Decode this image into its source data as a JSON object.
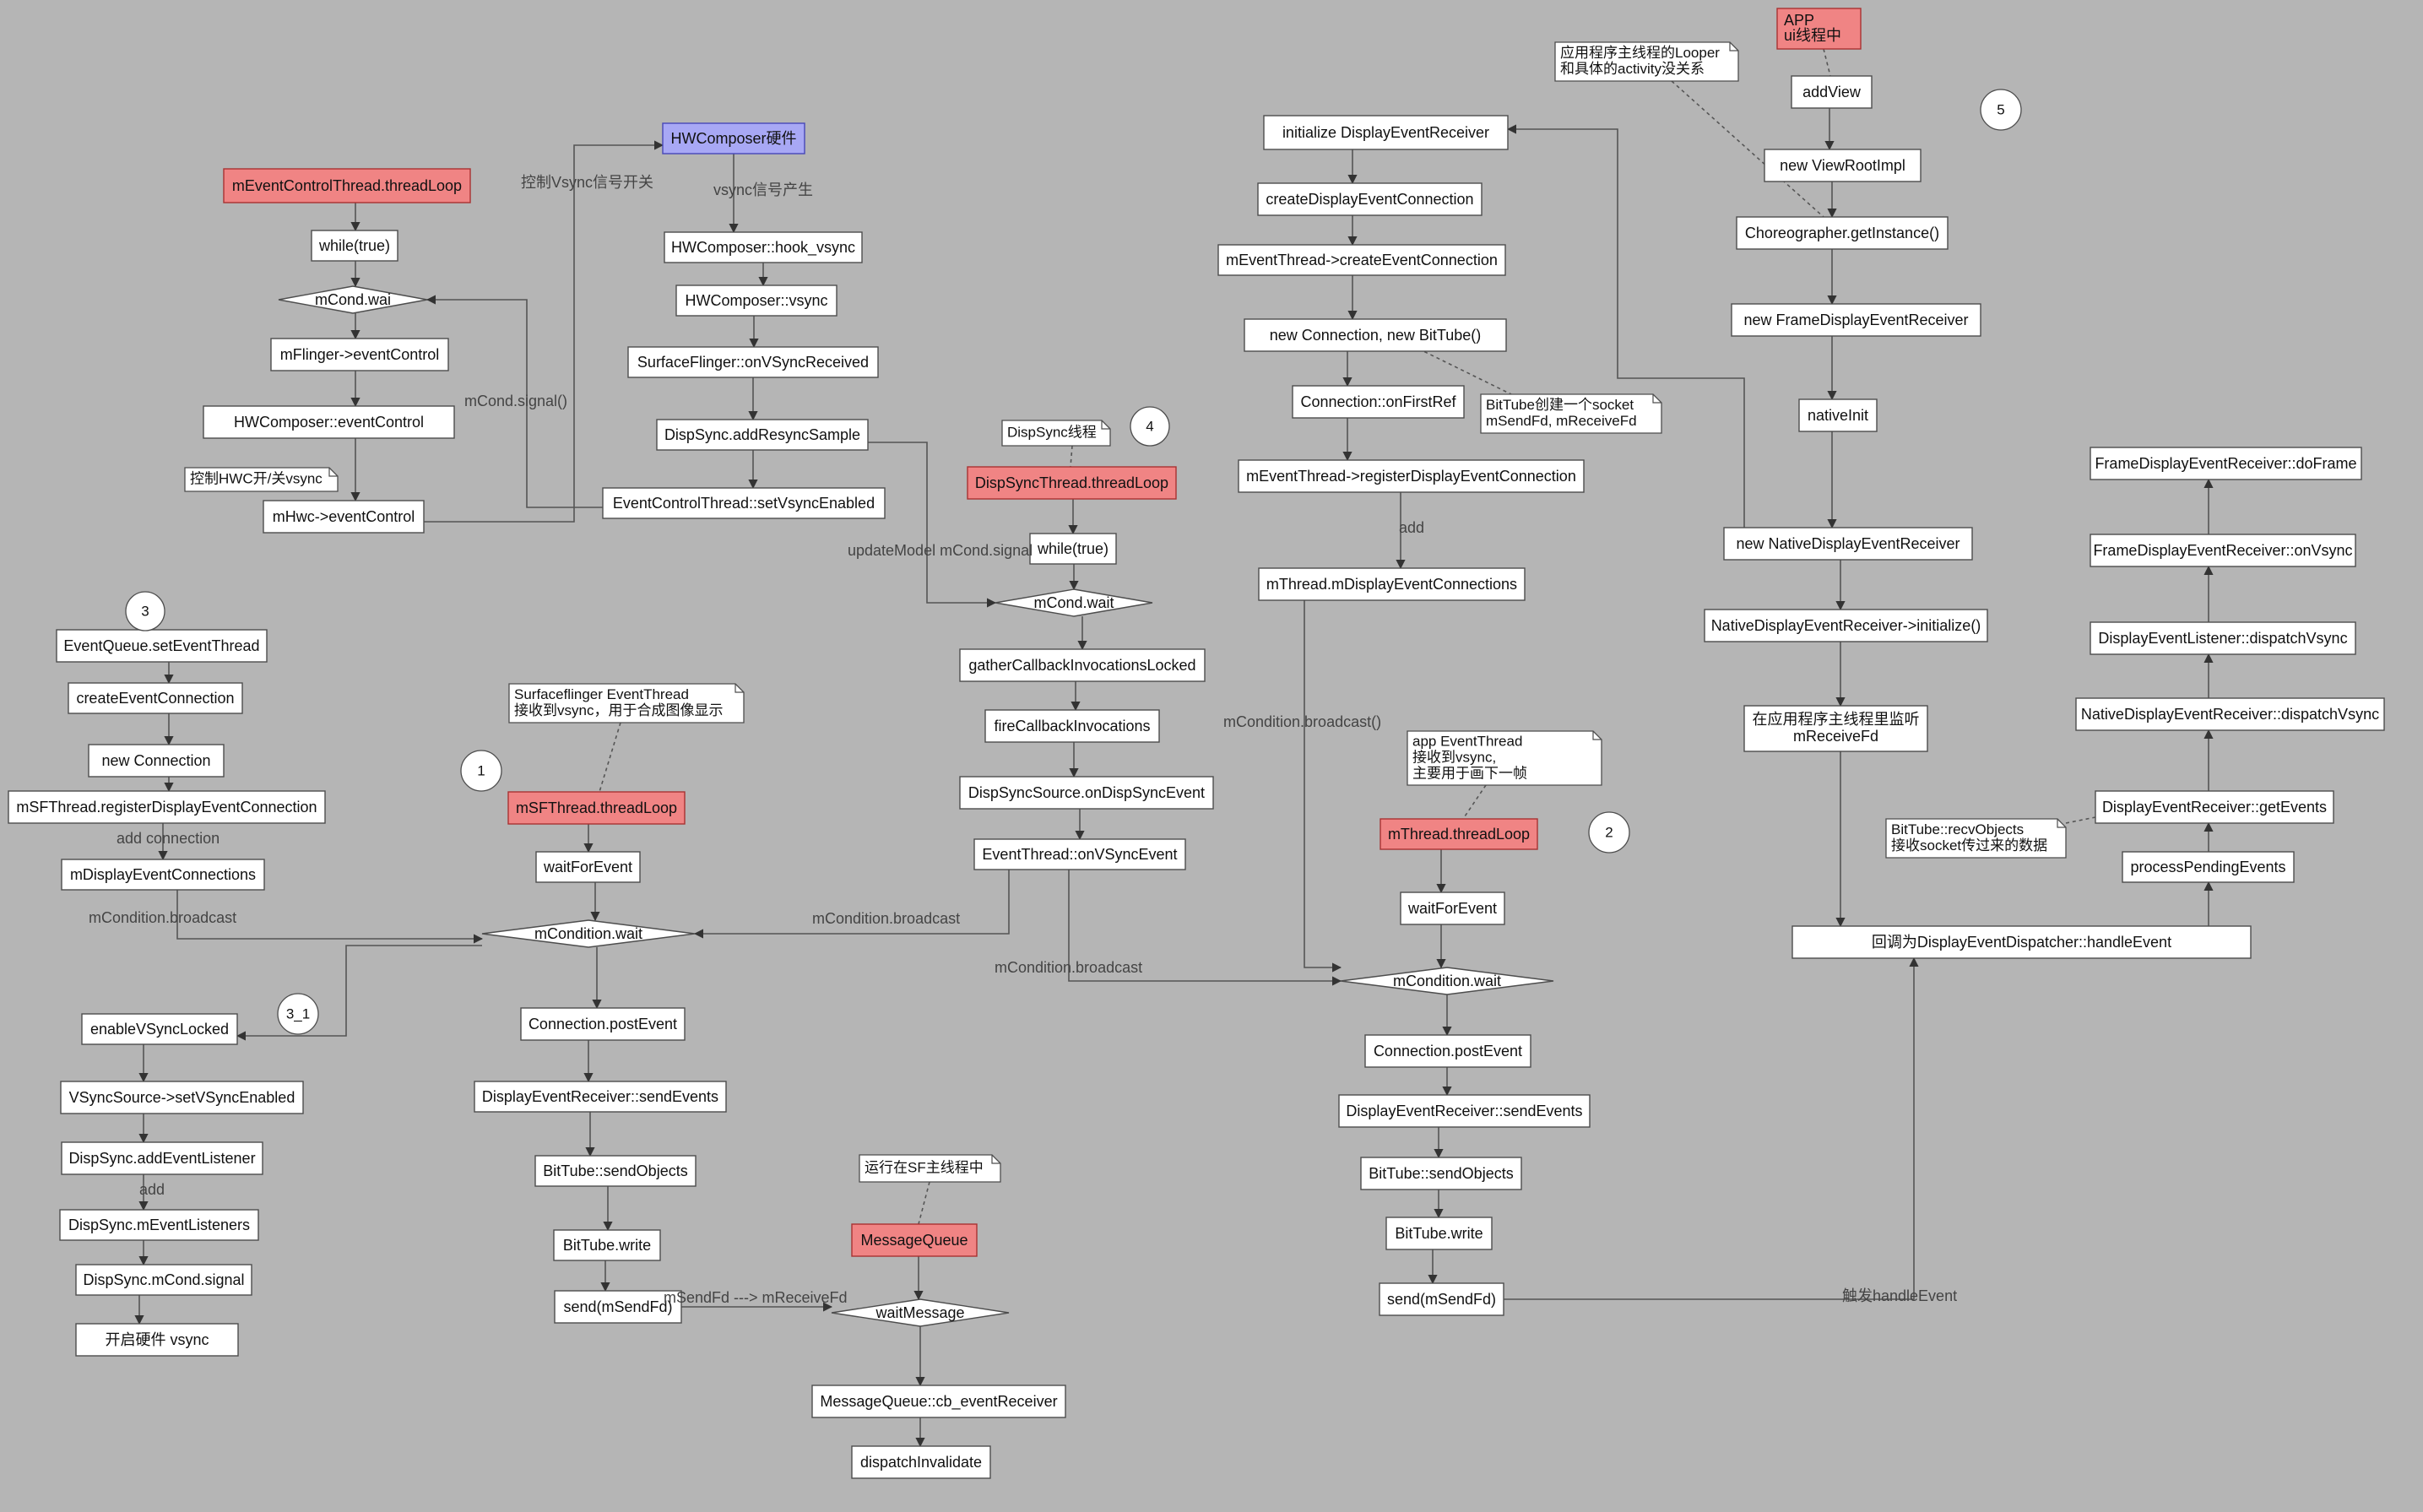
{
  "colors": {
    "background": "#b5b5b5",
    "box_fill": "#ffffff",
    "box_stroke": "#4d4d4d",
    "red_fill": "#f08484",
    "red_stroke": "#a83232",
    "blue_fill": "#a8a8f5",
    "blue_stroke": "#4747b8",
    "line": "#555555",
    "label": "#444444"
  },
  "markers": {
    "1": "1",
    "2": "2",
    "3": "3",
    "3_1": "3_1",
    "4": "4",
    "5": "5"
  },
  "hwc": {
    "hardware": "HWComposer硬件",
    "hook_vsync": "HWComposer::hook_vsync",
    "vsync": "HWComposer::vsync",
    "on_vsync_received": "SurfaceFlinger::onVSyncReceived",
    "add_resync_sample": "DispSync.addResyncSample",
    "set_vsync_enabled": "EventControlThread::setVsyncEnabled",
    "label_vsync_generated": "vsync信号产生",
    "label_control_switch": "控制Vsync信号开关"
  },
  "event_control": {
    "thread_loop": "mEventControlThread.threadLoop",
    "while_true": "while(true)",
    "cond_wait": "mCond.wai",
    "flinger_event_control": "mFlinger->eventControl",
    "hwc_event_control": "HWComposer::eventControl",
    "hwc_member_event_control": "mHwc->eventControl",
    "note_hwc_switch": "控制HWC开/关vsync",
    "label_cond_signal": "mCond.signal()"
  },
  "dispsync_thread": {
    "note": "DispSync线程",
    "thread_loop": "DispSyncThread.threadLoop",
    "while_true": "while(true)",
    "cond_wait": "mCond.wait",
    "gather": "gatherCallbackInvocationsLocked",
    "fire": "fireCallbackInvocations",
    "on_disp_sync_event": "DispSyncSource.onDispSyncEvent",
    "on_vsync_event": "EventThread::onVSyncEvent",
    "label_update_model": "updateModel mCond.signal",
    "label_broadcast_sf": "mCondition.broadcast",
    "label_broadcast_app": "mCondition.broadcast"
  },
  "left_branch": {
    "set_event_thread": "EventQueue.setEventThread",
    "create_connection": "createEventConnection",
    "new_connection": "new Connection",
    "register": "mSFThread.registerDisplayEventConnection",
    "label_add_connection": "add connection",
    "connections": "mDisplayEventConnections",
    "label_broadcast": "mCondition.broadcast",
    "enable_vsync_locked": "enableVSyncLocked",
    "vsync_source_enabled": "VSyncSource->setVSyncEnabled",
    "add_event_listener": "DispSync.addEventListener",
    "label_add": "add",
    "event_listeners": "DispSync.mEventListeners",
    "cond_signal": "DispSync.mCond.signal",
    "enable_hw_vsync": "开启硬件 vsync"
  },
  "sf_thread": {
    "note_line1": "Surfaceflinger EventThread",
    "note_line2": "接收到vsync，用于合成图像显示",
    "thread_loop": "mSFThread.threadLoop",
    "wait_for_event": "waitForEvent",
    "condition_wait": "mCondition.wait",
    "post_event": "Connection.postEvent",
    "send_events": "DisplayEventReceiver::sendEvents",
    "send_objects": "BitTube::sendObjects",
    "write": "BitTube.write",
    "send": "send(mSendFd)",
    "label_fd": "mSendFd ---> mReceiveFd"
  },
  "message_queue": {
    "note": "运行在SF主线程中",
    "queue": "MessageQueue",
    "wait_message": "waitMessage",
    "cb_event_receiver": "MessageQueue::cb_eventReceiver",
    "dispatch_invalidate": "dispatchInvalidate"
  },
  "app_receiver": {
    "initialize": "initialize DisplayEventReceiver",
    "create_connection": "createDisplayEventConnection",
    "thread_create": "mEventThread->createEventConnection",
    "new_connection": "new Connection, new BitTube()",
    "on_first_ref": "Connection::onFirstRef",
    "note_bittube_line1": "BitTube创建一个socket",
    "note_bittube_line2": "mSendFd, mReceiveFd",
    "register": "mEventThread->registerDisplayEventConnection",
    "label_add": "add",
    "connections": "mThread.mDisplayEventConnections",
    "label_broadcast": "mCondition.broadcast()"
  },
  "app_thread": {
    "note_line1": "app EventThread",
    "note_line2": "接收到vsync,",
    "note_line3": "主要用于画下一帧",
    "thread_loop": "mThread.threadLoop",
    "wait_for_event": "waitForEvent",
    "condition_wait": "mCondition.wait",
    "post_event": "Connection.postEvent",
    "send_events": "DisplayEventReceiver::sendEvents",
    "send_objects": "BitTube::sendObjects",
    "write": "BitTube.write",
    "send": "send(mSendFd)",
    "label_trigger": "触发handleEvent"
  },
  "app_side": {
    "app_line1": "APP",
    "app_line2": "ui线程中",
    "note_looper_line1": "应用程序主线程的Looper",
    "note_looper_line2": "和具体的activity没关系",
    "add_view": "addView",
    "new_view_root": "new ViewRootImpl",
    "choreographer": "Choreographer.getInstance()",
    "new_frame_receiver": "new FrameDisplayEventReceiver",
    "native_init": "nativeInit",
    "new_native_receiver": "new NativeDisplayEventReceiver",
    "native_initialize": "NativeDisplayEventReceiver->initialize()",
    "listen_line1": "在应用程序主线程里监听",
    "listen_line2": "mReceiveFd",
    "handle_event": "回调为DisplayEventDispatcher::handleEvent",
    "process_pending": "processPendingEvents",
    "get_events": "DisplayEventReceiver::getEvents",
    "note_recv_line1": "BitTube::recvObjects",
    "note_recv_line2": "接收socket传过来的数据",
    "native_dispatch": "NativeDisplayEventReceiver::dispatchVsync",
    "listener_dispatch": "DisplayEventListener::dispatchVsync",
    "frame_on_vsync": "FrameDisplayEventReceiver::onVsync",
    "frame_do_frame": "FrameDisplayEventReceiver::doFrame"
  }
}
